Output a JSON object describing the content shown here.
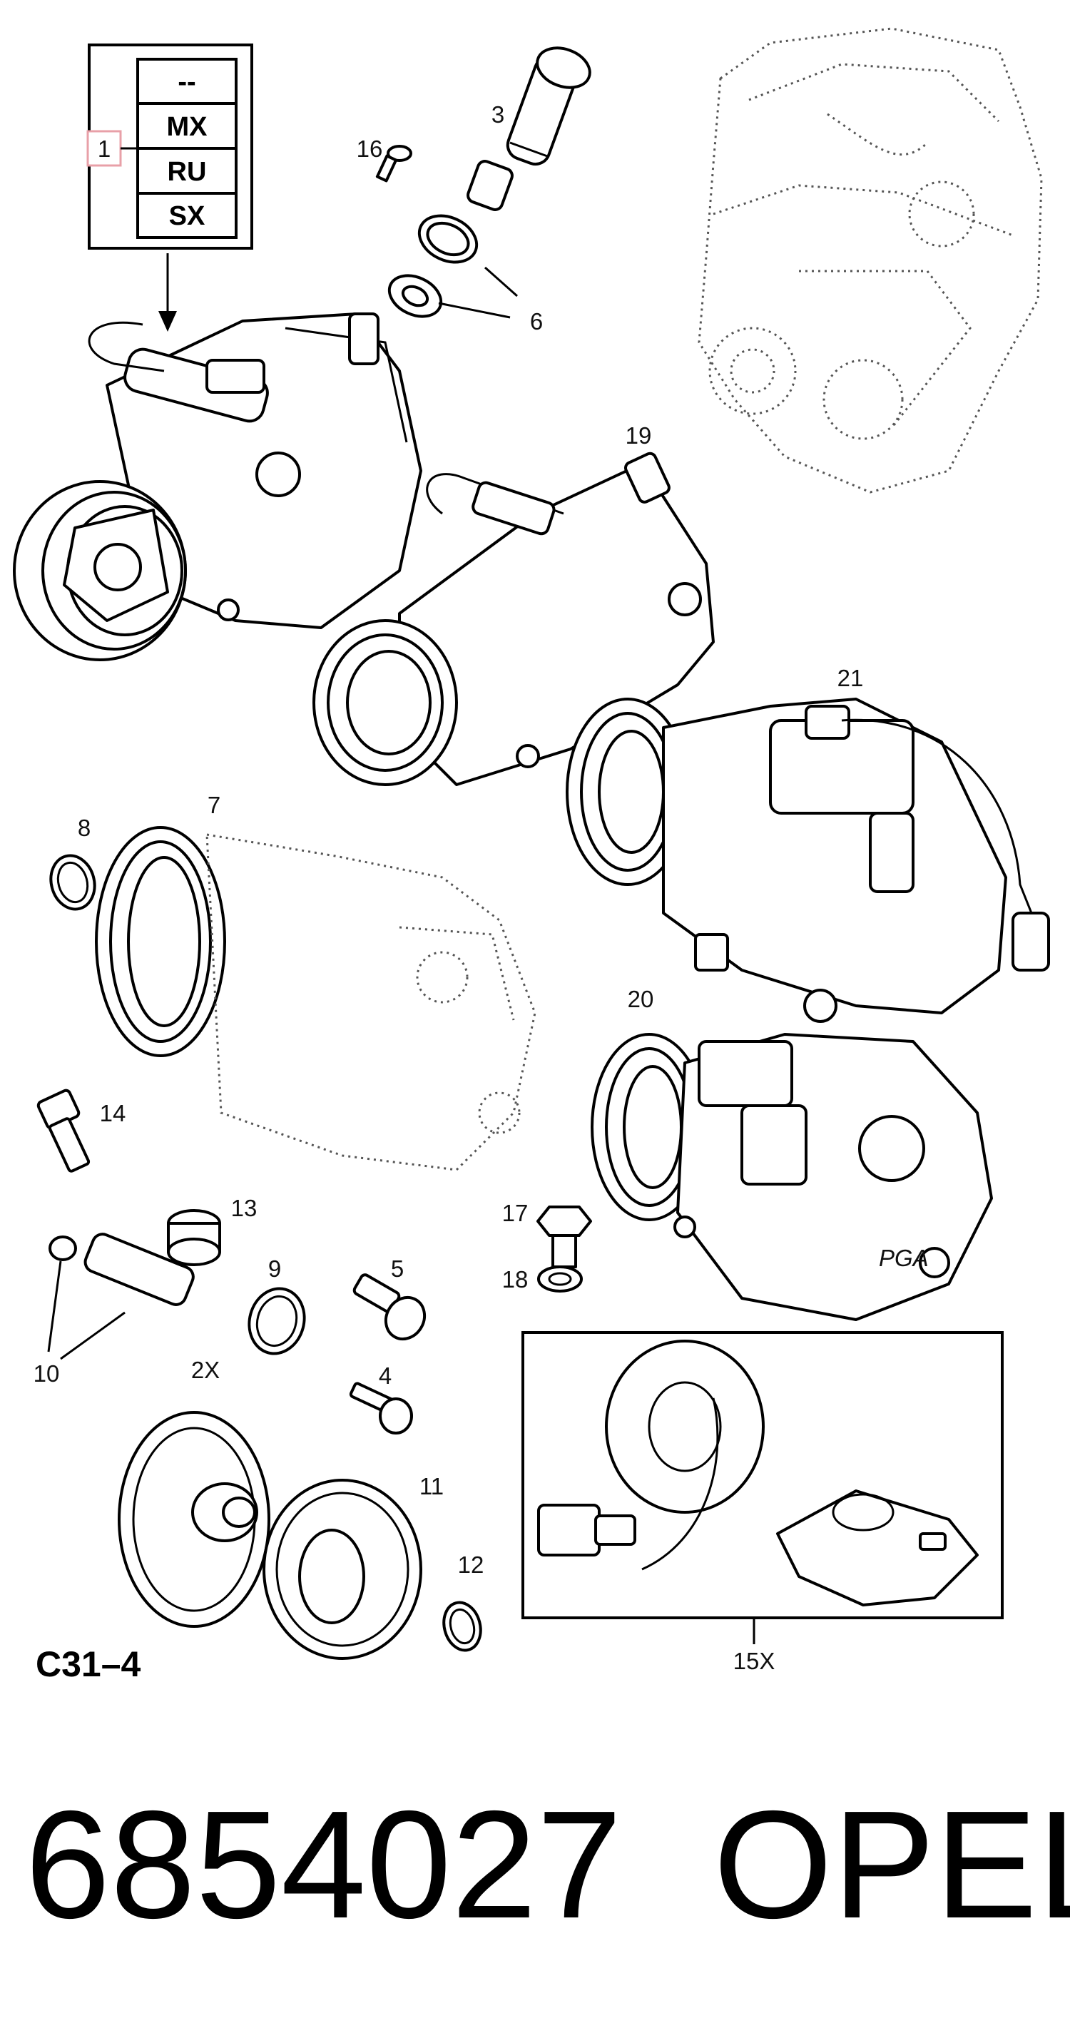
{
  "legend": {
    "codes": [
      "--",
      "MX",
      "RU",
      "SX"
    ],
    "marker": "1"
  },
  "callouts": {
    "c3": "3",
    "c16": "16",
    "c6": "6",
    "c19": "19",
    "c21": "21",
    "c7": "7",
    "c8": "8",
    "c14": "14",
    "c20": "20",
    "c13": "13",
    "c17": "17",
    "c18": "18",
    "c9": "9",
    "c5": "5",
    "c10": "10",
    "c4": "4",
    "c2x": "2X",
    "c11": "11",
    "c12": "12",
    "c15x": "15X"
  },
  "pga_mark": "PGA",
  "diagram_code": "C31–4",
  "part_number": "6854027",
  "brand": "OPEL",
  "colors": {
    "marker_box": "#e8a0a8",
    "ink": "#000000"
  }
}
